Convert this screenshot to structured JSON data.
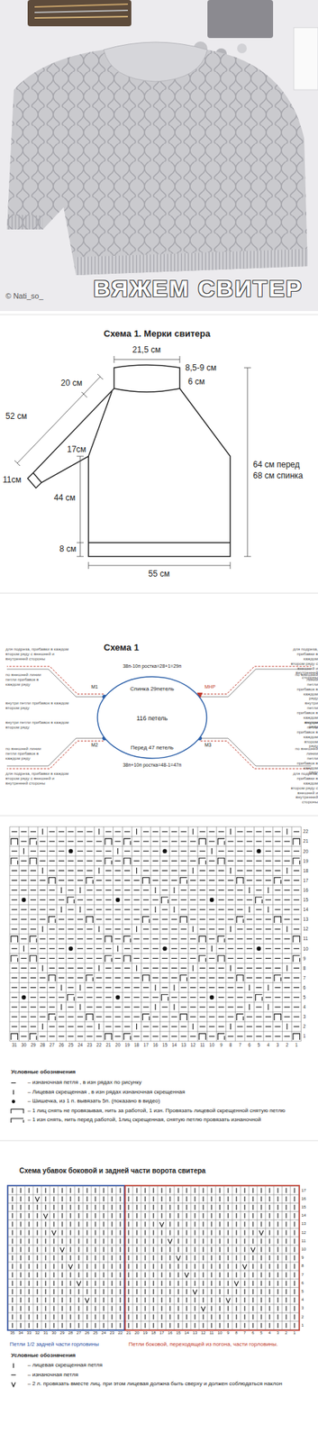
{
  "diagram": {
    "title": "ВЯЖЕМ СВИТЕР",
    "nodes": [
      {
        "text": [
          "Спинка 29петель",
          "116 петель",
          "Перед 47 петель"
        ]
      }
    ],
    "labels": [
      "Схема 1. Мерки свитера",
      "21,5 см",
      "20 см",
      "8,5-9 см",
      "6 см",
      "52 см",
      "17см",
      "11см",
      "44 см",
      "64 см перед",
      "68 см спинка",
      "8 см",
      "55 см",
      "Схема 1",
      "38п-10п ростка=28+1=29п",
      "38п+10п ростка=48-1=47п",
      "М1",
      "М2",
      "М3",
      "МНР",
      "для подреза, прибавки в каждом втором ряду с внешней и внутренней стороны",
      "по внешней линии петли прибавок в каждом ряду",
      "внутри петли прибавок в каждом втором ряду",
      "для подреза, прибавки в каждом втором ряду с внешней и внутренней стороны",
      "по внешней линии петли прибавок в каждом ряду",
      "внутри петли прибавок в каждом втором ряду",
      "для подреза, прибавки в каждом втором ряду с внешней и внутренней стороны",
      "по внешней линии петли прибавок в каждом ряду",
      "внутри петли прибавок в каждом втором ряду",
      "для подреза, прибавки в каждом втором ряду с внешней и внутренней стороны",
      "по внешней линии петли прибавок в каждом ряду",
      "внутри петли прибавок в каждом втором ряду",
      "Условные обозначения",
      "Схема убавок боковой и задней части ворота свитера",
      "Петли 1/2 задней части горловины",
      "Петли боковой, переходящей из погона, части горловины.",
      "Условные обозначения",
      "© Nati_so_",
      "31",
      "30",
      "29",
      "28",
      "27",
      "26",
      "25",
      "24",
      "23",
      "22",
      "21",
      "20",
      "19",
      "18",
      "17",
      "16",
      "15",
      "14",
      "13",
      "12",
      "11",
      "10",
      "9",
      "8",
      "7",
      "6",
      "5",
      "4",
      "3",
      "2",
      "1",
      "1",
      "2",
      "3",
      "4",
      "5",
      "6",
      "7",
      "8",
      "9",
      "10",
      "11",
      "12",
      "13",
      "14",
      "15",
      "16",
      "17",
      "18",
      "19",
      "20",
      "21",
      "22",
      "35",
      "34",
      "33",
      "32",
      "31",
      "30",
      "29",
      "28",
      "27",
      "26",
      "25",
      "24",
      "23",
      "22",
      "21",
      "20",
      "19",
      "18",
      "17",
      "16",
      "15",
      "14",
      "13",
      "12",
      "11",
      "10",
      "9",
      "8",
      "7",
      "6",
      "5",
      "4",
      "3",
      "2",
      "1",
      "1",
      "2",
      "3",
      "4",
      "5",
      "6",
      "7",
      "8",
      "9",
      "10",
      "11",
      "12",
      "13",
      "14",
      "15",
      "16",
      "17"
    ],
    "legend": [
      {
        "text": "– изнаночная петля , в изн рядах по рисунку"
      },
      {
        "text": "– Лицевая скрещенная , в изн рядах изнаночная скрещенная"
      },
      {
        "text": "– Шишечка, из 1 п. вывязать 5п. (показано в видео)"
      },
      {
        "text": "– 1 лиц снять не провязывая, нить за работой, 1 изн. Провязать лицевой скрещенной снятую петлю"
      },
      {
        "text": "– 1 изн снять, нить перед работой, 1лиц скрещенная, снятую петлю провязать изнаночной"
      },
      {
        "text": "– лицевая скрещенная петля"
      },
      {
        "text": "– изнаночная петля"
      },
      {
        "text": "– 2 л. провязать вместе лиц. при этом лицевая должна быть сверху и должен соблюдаться наклон"
      }
    ]
  }
}
